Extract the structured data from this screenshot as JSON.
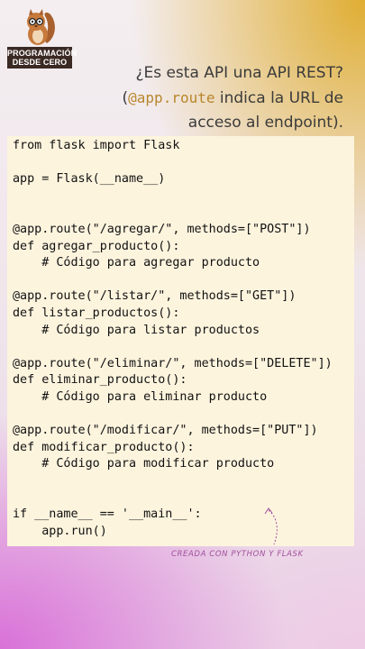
{
  "logo": {
    "icon": "squirrel-with-glasses-icon",
    "line1": "PROGRAMACIÓN",
    "line2": "DESDE CERO",
    "colors": {
      "fur": "#c77a3c",
      "badge": "#3b2a24"
    }
  },
  "heading": {
    "line1": "¿Es esta API una API REST?",
    "open_paren": "(",
    "code_token": "@app.route",
    "line2_rest": " indica la URL de",
    "line3": "acceso al endpoint)."
  },
  "code": {
    "lines": [
      "from flask import Flask",
      "",
      "app = Flask(__name__)",
      "",
      "",
      "@app.route(\"/agregar/\", methods=[\"POST\"])",
      "def agregar_producto():",
      "    # Código para agregar producto",
      "",
      "@app.route(\"/listar/\", methods=[\"GET\"])",
      "def listar_productos():",
      "    # Código para listar productos",
      "",
      "@app.route(\"/eliminar/\", methods=[\"DELETE\"])",
      "def eliminar_producto():",
      "    # Código para eliminar producto",
      "",
      "@app.route(\"/modificar/\", methods=[\"PUT\"])",
      "def modificar_producto():",
      "    # Código para modificar producto",
      "",
      "",
      "if __name__ == '__main__':",
      "    app.run()"
    ]
  },
  "annotation": {
    "credit": "CREADA CON PYTHON Y FLASK",
    "icon": "curved-arrow-icon"
  },
  "colors": {
    "code_background": "#fdf4de",
    "accent_code_token": "#b8862b",
    "annotation": "#a0509c"
  }
}
